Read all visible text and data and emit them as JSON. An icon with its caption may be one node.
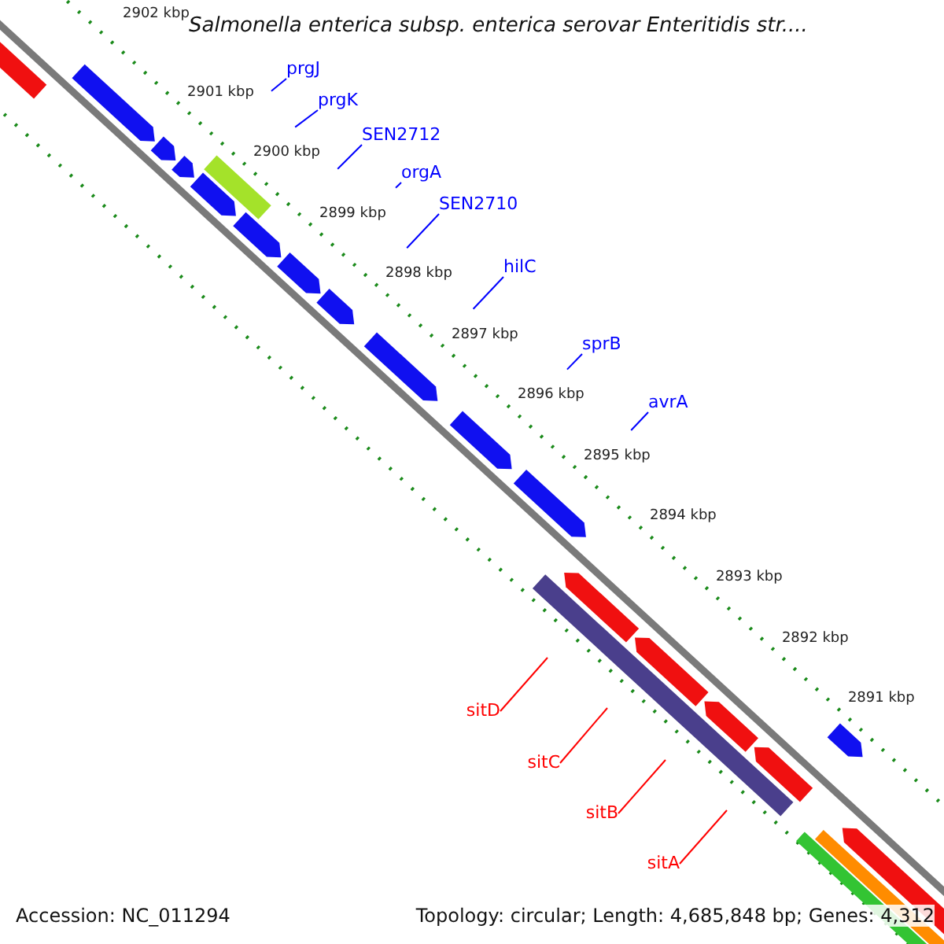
{
  "diagram": {
    "title": "Salmonella enterica subsp. enterica serovar Enteritidis str....",
    "nodes": [
      {
        "text": [
          "prgJ"
        ]
      },
      {
        "text": [
          "prgK"
        ]
      },
      {
        "text": [
          "SEN2712"
        ]
      },
      {
        "text": [
          "orgA"
        ]
      },
      {
        "text": [
          "SEN2710"
        ]
      },
      {
        "text": [
          "hilC"
        ]
      },
      {
        "text": [
          "sprB"
        ]
      },
      {
        "text": [
          "avrA"
        ]
      },
      {
        "text": [
          "sitD"
        ]
      },
      {
        "text": [
          "sitC"
        ]
      },
      {
        "text": [
          "sitB"
        ]
      },
      {
        "text": [
          "sitA"
        ]
      }
    ],
    "edges": [
      {
        "from": 0,
        "to": null,
        "arrow": "none"
      },
      {
        "from": 1,
        "to": null,
        "arrow": "none"
      },
      {
        "from": 2,
        "to": null,
        "arrow": "none"
      },
      {
        "from": 3,
        "to": null,
        "arrow": "none"
      },
      {
        "from": 4,
        "to": null,
        "arrow": "none"
      },
      {
        "from": 5,
        "to": null,
        "arrow": "none"
      },
      {
        "from": 6,
        "to": null,
        "arrow": "none"
      },
      {
        "from": 7,
        "to": null,
        "arrow": "none"
      },
      {
        "from": 8,
        "to": null,
        "arrow": "none",
        "color": "#ff0000"
      },
      {
        "from": 9,
        "to": null,
        "arrow": "none",
        "color": "#ff0000"
      },
      {
        "from": 10,
        "to": null,
        "arrow": "none",
        "color": "#ff0000"
      },
      {
        "from": 11,
        "to": null,
        "arrow": "none",
        "color": "#ff0000"
      }
    ],
    "labels": [
      "2902 kbp",
      "2901 kbp",
      "2900 kbp",
      "2899 kbp",
      "2898 kbp",
      "2897 kbp",
      "2896 kbp",
      "2895 kbp",
      "2894 kbp",
      "2893 kbp",
      "2892 kbp",
      "2891 kbp",
      "Accession: NC_011294",
      "Topology: circular; Length: 4,685,848 bp; Genes: 4,312"
    ]
  }
}
